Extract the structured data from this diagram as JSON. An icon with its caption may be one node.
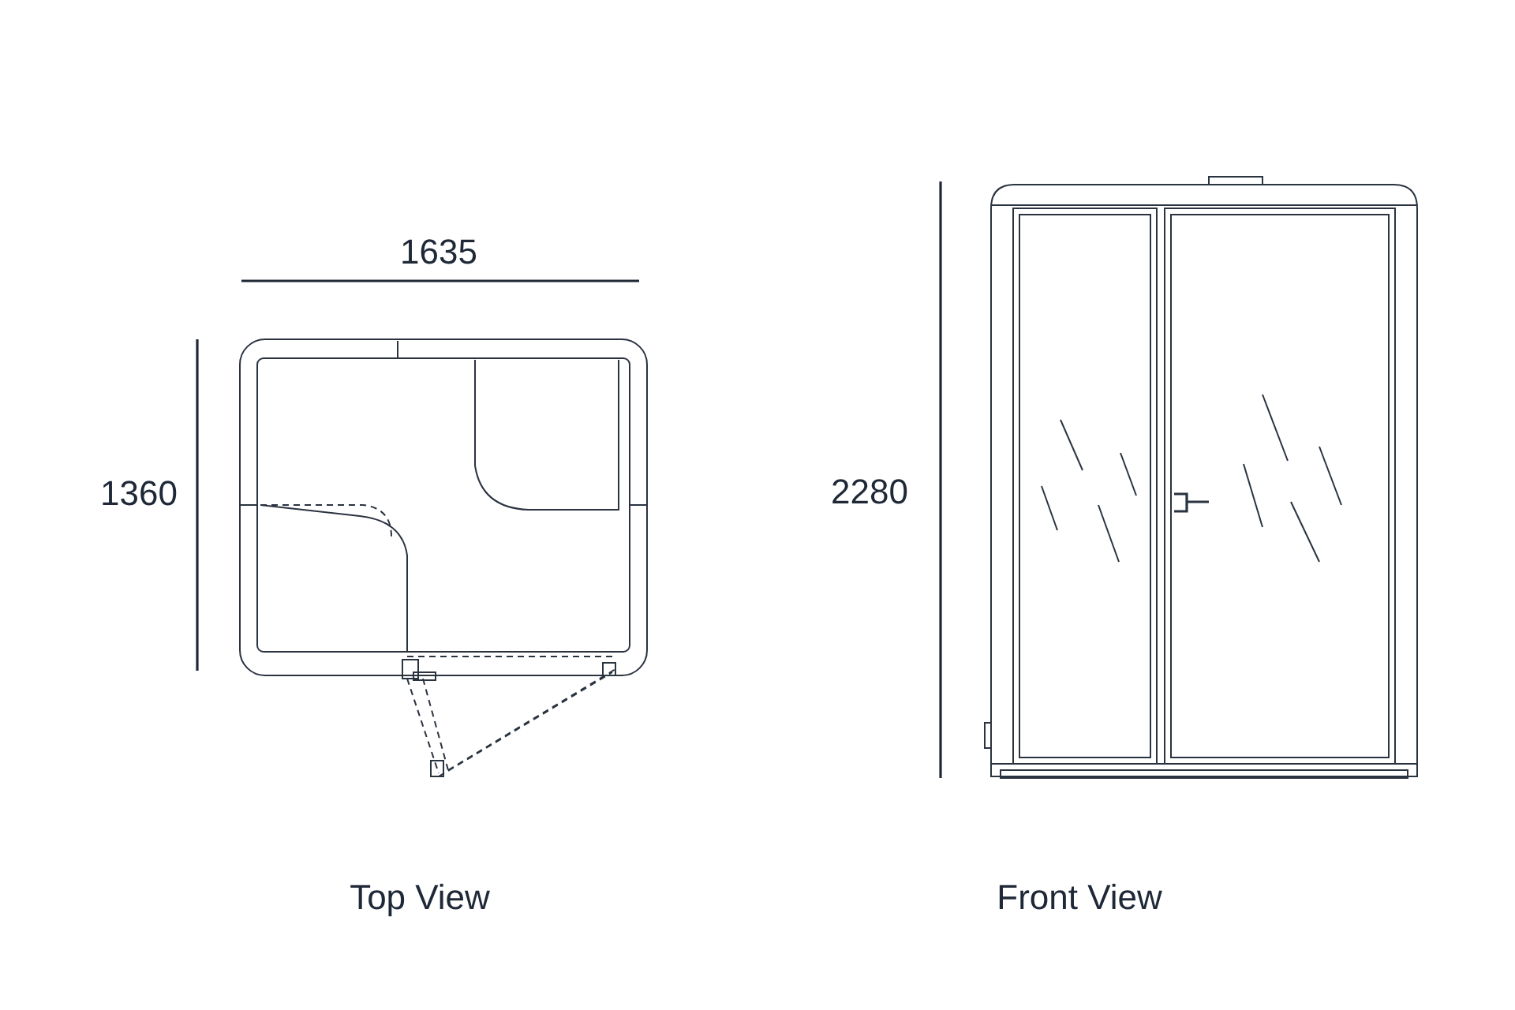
{
  "diagram": {
    "labels": [
      "1635",
      "1360",
      "2280",
      "Top View",
      "Front View"
    ]
  }
}
